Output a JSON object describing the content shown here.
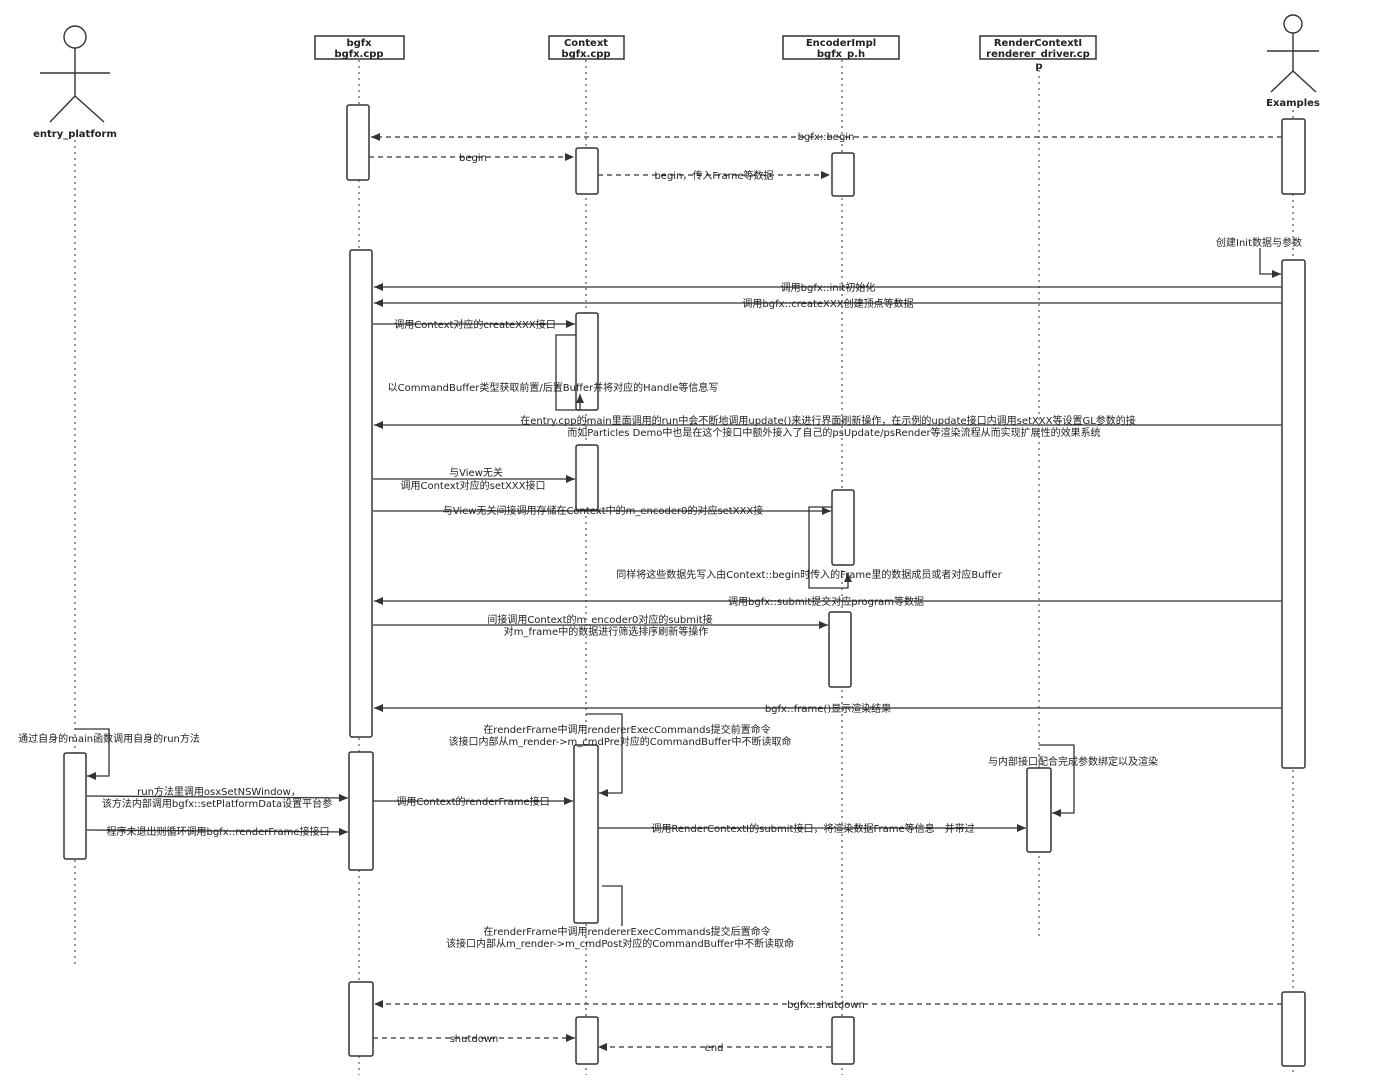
{
  "actors": [
    {
      "id": "entry_platform",
      "name": "entry_platform",
      "icon": "stick-figure-icon"
    },
    {
      "id": "examples",
      "name": "Examples",
      "icon": "stick-figure-icon"
    }
  ],
  "participants": [
    {
      "id": "bgfx",
      "line1": "bgfx",
      "line2": "bgfx.cpp"
    },
    {
      "id": "context",
      "line1": "Context",
      "line2": "bgfx.cpp"
    },
    {
      "id": "encoder",
      "line1": "EncoderImpl",
      "line2": "bgfx_p.h"
    },
    {
      "id": "renderctx",
      "line1": "RenderContextI",
      "line2": "renderer_driver.cp",
      "line3": "p"
    }
  ],
  "messages": {
    "m01": "bgfx::begin",
    "m02": "begin",
    "m03": "begin，传入Frame等数据",
    "m04": "创建Init数据与参数",
    "m05": "调用bgfx::init初始化",
    "m06": "调用bgfx::createXXX创建顶点等数据",
    "m07": "调用Context对应的createXXX接口",
    "m08": "以CommandBuffer类型获取前置/后置Buffer并将对应的Handle等信息写",
    "m09a": "在entry.cpp的main里面调用的run中会不断地调用update()来进行界面刷新操作，在示例的update接口内调用setXXX等设置GL参数的接",
    "m09b": "而如Particles Demo中也是在这个接口中额外接入了自己的psUpdate/psRender等渲染流程从而实现扩展性的效果系统",
    "m10a": "与View无关",
    "m10b": "调用Context对应的setXXX接口",
    "m11": "与View无关间接调用存储在Context中的m_encoder0的对应setXXX接",
    "m12": "同样将这些数据先写入由Context::begin时传入的Frame里的数据成员或者对应Buffer",
    "m13": "调用bgfx::submit提交对应program等数据",
    "m14a": "间接调用Context的m_encoder0对应的submit接",
    "m14b": "对m_frame中的数据进行筛选排序刷新等操作",
    "m15": "bgfx::frame()显示渲染结果",
    "m16": "通过自身的main函数调用自身的run方法",
    "m17a": "在renderFrame中调用rendererExecCommands提交前置命令",
    "m17b": "该接口内部从m_render->m_cmdPre对应的CommandBuffer中不断读取命",
    "m18": "与内部接口配合完成参数绑定以及渲染",
    "m19a": "run方法里调用osxSetNSWindow，",
    "m19b": "该方法内部调用bgfx::setPlatformData设置平台参",
    "m20": "调用Context的renderFrame接口",
    "m21": "程序未退出则循环调用bgfx::renderFrame接接口",
    "m22": "调用RenderContextI的submit接口，将渲染数据Frame等信息一并带过",
    "m23a": "在renderFrame中调用rendererExecCommands提交后置命令",
    "m23b": "该接口内部从m_render->m_cmdPost对应的CommandBuffer中不断读取命",
    "m24": "bgfx::shutdown",
    "m25": "shutdown",
    "m26": "end"
  }
}
